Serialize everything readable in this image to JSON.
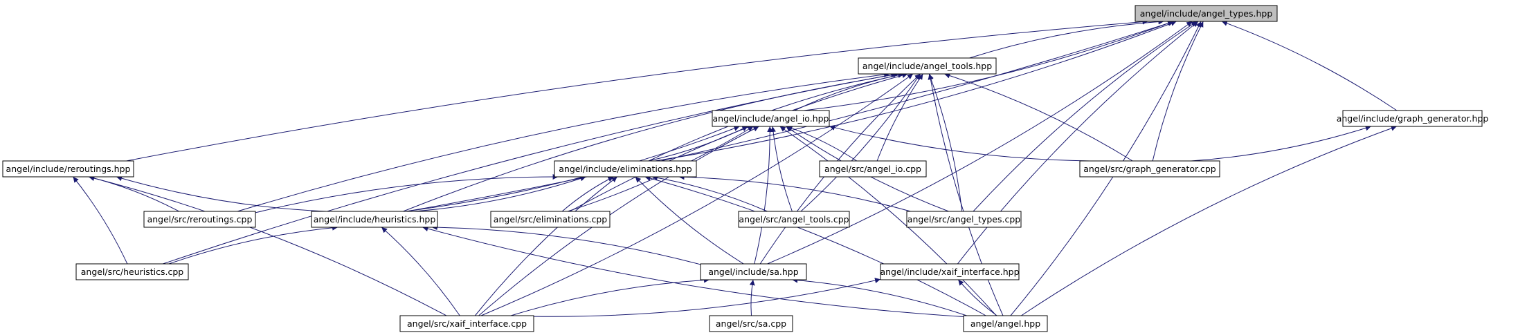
{
  "graph": {
    "colors": {
      "edge": "#191970",
      "root_fill": "#bfbfbf",
      "node_fill": "#ffffff",
      "node_border": "#000000"
    },
    "nodes": [
      {
        "id": "types",
        "label": "angel/include/angel_types.hpp",
        "root": true
      },
      {
        "id": "tools",
        "label": "angel/include/angel_tools.hpp"
      },
      {
        "id": "io",
        "label": "angel/include/angel_io.hpp"
      },
      {
        "id": "graphgen",
        "label": "angel/include/graph_generator.hpp"
      },
      {
        "id": "rerout",
        "label": "angel/include/reroutings.hpp"
      },
      {
        "id": "elim",
        "label": "angel/include/eliminations.hpp"
      },
      {
        "id": "srcio",
        "label": "angel/src/angel_io.cpp"
      },
      {
        "id": "srcgg",
        "label": "angel/src/graph_generator.cpp"
      },
      {
        "id": "srcrr",
        "label": "angel/src/reroutings.cpp"
      },
      {
        "id": "heur",
        "label": "angel/include/heuristics.hpp"
      },
      {
        "id": "srcel",
        "label": "angel/src/eliminations.cpp"
      },
      {
        "id": "srctools",
        "label": "angel/src/angel_tools.cpp"
      },
      {
        "id": "srctypes",
        "label": "angel/src/angel_types.cpp"
      },
      {
        "id": "srcheur",
        "label": "angel/src/heuristics.cpp"
      },
      {
        "id": "sa",
        "label": "angel/include/sa.hpp"
      },
      {
        "id": "xaif",
        "label": "angel/include/xaif_interface.hpp"
      },
      {
        "id": "srcxaif",
        "label": "angel/src/xaif_interface.cpp"
      },
      {
        "id": "srcsa",
        "label": "angel/src/sa.cpp"
      },
      {
        "id": "angel",
        "label": "angel/angel.hpp"
      }
    ],
    "edges": [
      [
        "tools",
        "types"
      ],
      [
        "io",
        "types"
      ],
      [
        "io",
        "tools"
      ],
      [
        "graphgen",
        "types"
      ],
      [
        "rerout",
        "types"
      ],
      [
        "elim",
        "types"
      ],
      [
        "elim",
        "tools"
      ],
      [
        "elim",
        "io"
      ],
      [
        "srcio",
        "tools"
      ],
      [
        "srcio",
        "io"
      ],
      [
        "srcgg",
        "types"
      ],
      [
        "srcgg",
        "tools"
      ],
      [
        "srcgg",
        "io"
      ],
      [
        "srcgg",
        "graphgen"
      ],
      [
        "srcrr",
        "tools"
      ],
      [
        "srcrr",
        "rerout"
      ],
      [
        "srcrr",
        "elim"
      ],
      [
        "heur",
        "types"
      ],
      [
        "heur",
        "tools"
      ],
      [
        "heur",
        "io"
      ],
      [
        "heur",
        "rerout"
      ],
      [
        "heur",
        "elim"
      ],
      [
        "srcel",
        "tools"
      ],
      [
        "srcel",
        "io"
      ],
      [
        "srcel",
        "elim"
      ],
      [
        "srctools",
        "tools"
      ],
      [
        "srctools",
        "io"
      ],
      [
        "srctools",
        "elim"
      ],
      [
        "srctypes",
        "types"
      ],
      [
        "srctypes",
        "tools"
      ],
      [
        "srctypes",
        "io"
      ],
      [
        "srctypes",
        "elim"
      ],
      [
        "srcheur",
        "tools"
      ],
      [
        "srcheur",
        "rerout"
      ],
      [
        "srcheur",
        "heur"
      ],
      [
        "sa",
        "types"
      ],
      [
        "sa",
        "tools"
      ],
      [
        "sa",
        "io"
      ],
      [
        "sa",
        "elim"
      ],
      [
        "sa",
        "heur"
      ],
      [
        "xaif",
        "types"
      ],
      [
        "srcxaif",
        "tools"
      ],
      [
        "srcxaif",
        "io"
      ],
      [
        "srcxaif",
        "rerout"
      ],
      [
        "srcxaif",
        "elim"
      ],
      [
        "srcxaif",
        "heur"
      ],
      [
        "srcxaif",
        "sa"
      ],
      [
        "srcxaif",
        "xaif"
      ],
      [
        "srcsa",
        "sa"
      ],
      [
        "angel",
        "types"
      ],
      [
        "angel",
        "tools"
      ],
      [
        "angel",
        "io"
      ],
      [
        "angel",
        "graphgen"
      ],
      [
        "angel",
        "elim"
      ],
      [
        "angel",
        "heur"
      ],
      [
        "angel",
        "sa"
      ],
      [
        "angel",
        "xaif"
      ]
    ]
  }
}
